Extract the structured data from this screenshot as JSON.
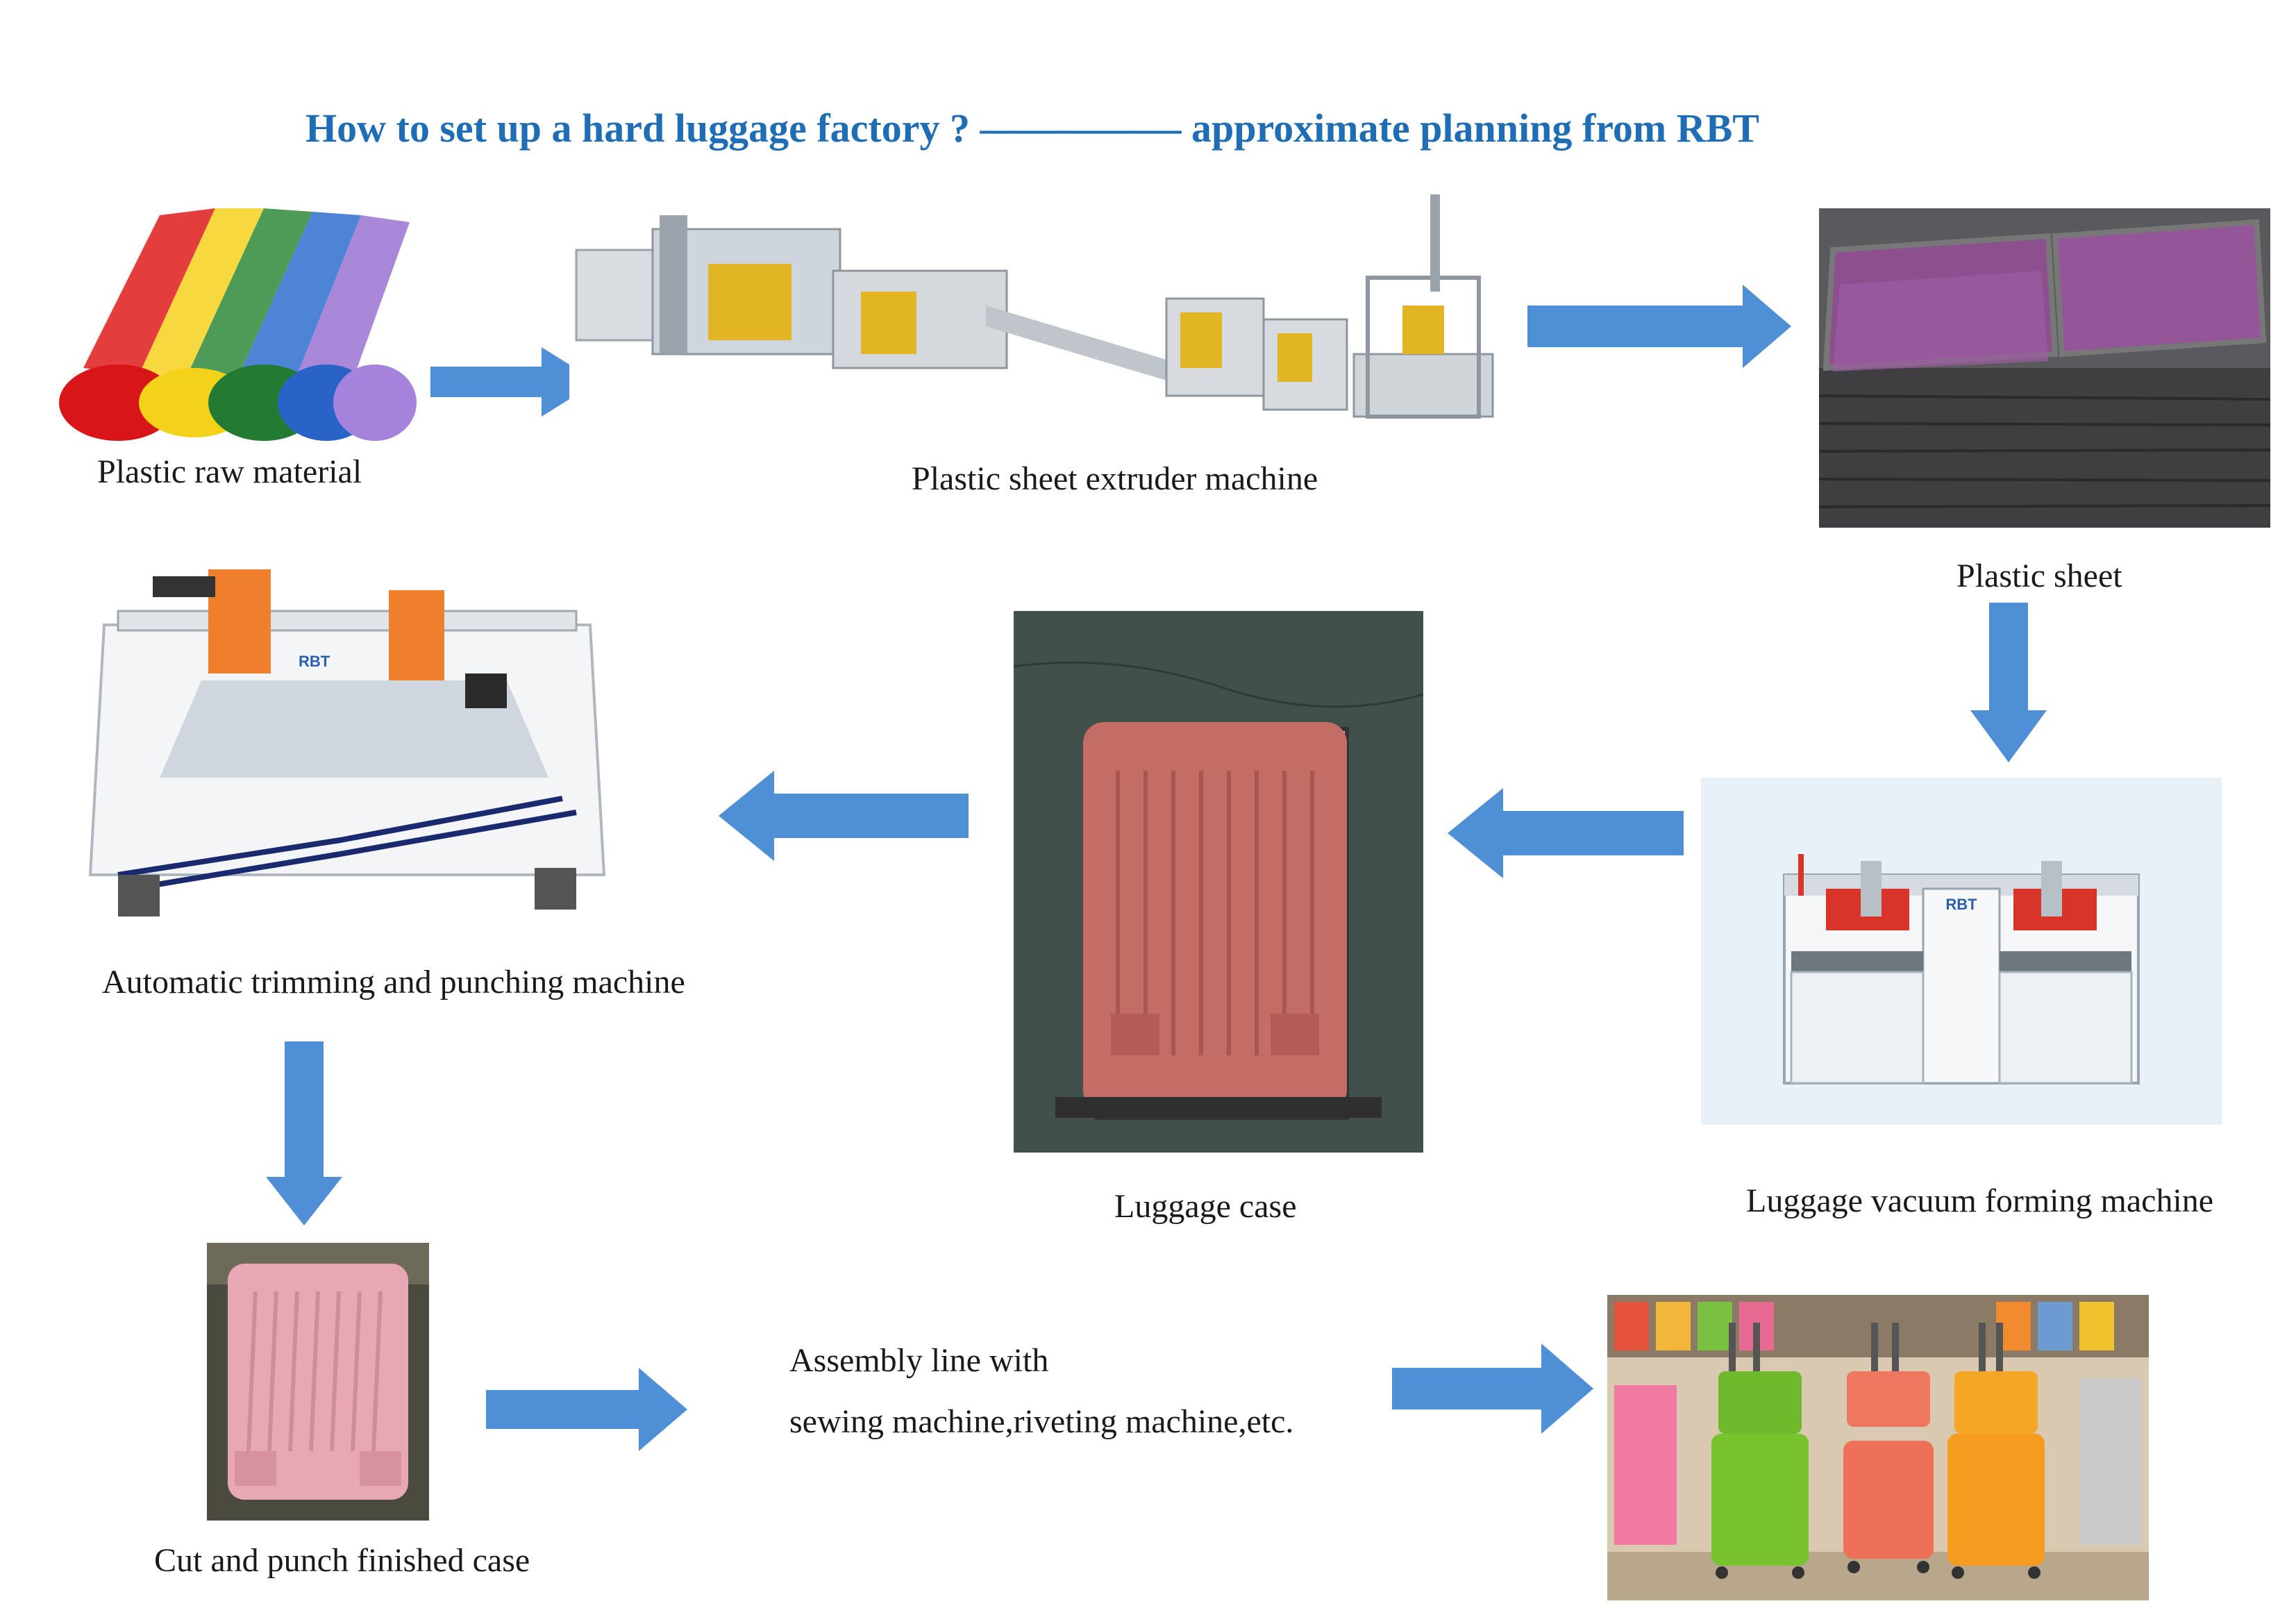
{
  "title": "How to set up a hard luggage factory ? ————— approximate planning from RBT",
  "steps": {
    "raw_material": "Plastic raw material",
    "extruder": "Plastic sheet extruder machine",
    "sheet": "Plastic sheet",
    "vacuum": "Luggage vacuum forming machine",
    "case": "Luggage case",
    "trimming": "Automatic trimming and punching machine",
    "finished_case": "Cut and punch finished case",
    "assembly_line1": "Assembly line with",
    "assembly_line2": "sewing machine,riveting machine,etc."
  },
  "machine_brand": "RBT",
  "arrow_color": "#4f8fd6"
}
